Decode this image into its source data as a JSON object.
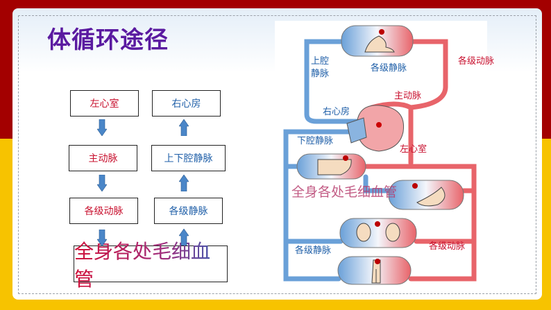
{
  "title": "体循环途径",
  "flowchart": {
    "left": [
      "左心室",
      "主动脉",
      "各级动脉"
    ],
    "right": [
      "右心房",
      "上下腔静脉",
      "各级静脉"
    ],
    "bottom": "全身各处毛细血管"
  },
  "diagram": {
    "upper_vena_cava_line1": "上腔",
    "upper_vena_cava_line2": "静脉",
    "veins_top": "各级静脉",
    "arteries_top": "各级动脉",
    "aorta": "主动脉",
    "right_atrium": "右心房",
    "inferior_vena_cava": "下腔静脉",
    "left_ventricle": "左心室",
    "capillaries": "全身各处毛细血管",
    "arteries_bottom": "各级动脉",
    "veins_bottom": "各级静脉"
  },
  "colors": {
    "artery": "#e8646a",
    "vein": "#6aa0d8",
    "banner_red": "#a30000",
    "banner_yellow": "#f7c300",
    "title": "#5a1aa0"
  }
}
